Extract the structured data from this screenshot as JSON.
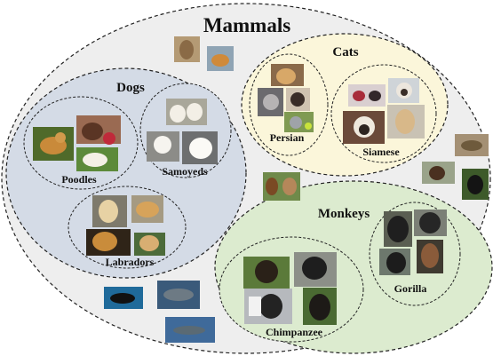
{
  "title": "Mammals",
  "groups": {
    "dogs": {
      "label": "Dogs"
    },
    "poodles": {
      "label": "Poodles"
    },
    "samoyeds": {
      "label": "Samoyeds"
    },
    "labradors": {
      "label": "Labradors"
    },
    "cats": {
      "label": "Cats"
    },
    "persian": {
      "label": "Persian"
    },
    "siamese": {
      "label": "Siamese"
    },
    "monkeys": {
      "label": "Monkeys"
    },
    "gorilla": {
      "label": "Gorilla"
    },
    "chimpanzee": {
      "label": "Chimpanzee"
    }
  },
  "colors": {
    "mammals_fill": "#eeeeee",
    "dogs_fill": "#d4dbe6",
    "cats_fill": "#fbf6da",
    "monkeys_fill": "#dcebcf",
    "outline": "#222222"
  }
}
